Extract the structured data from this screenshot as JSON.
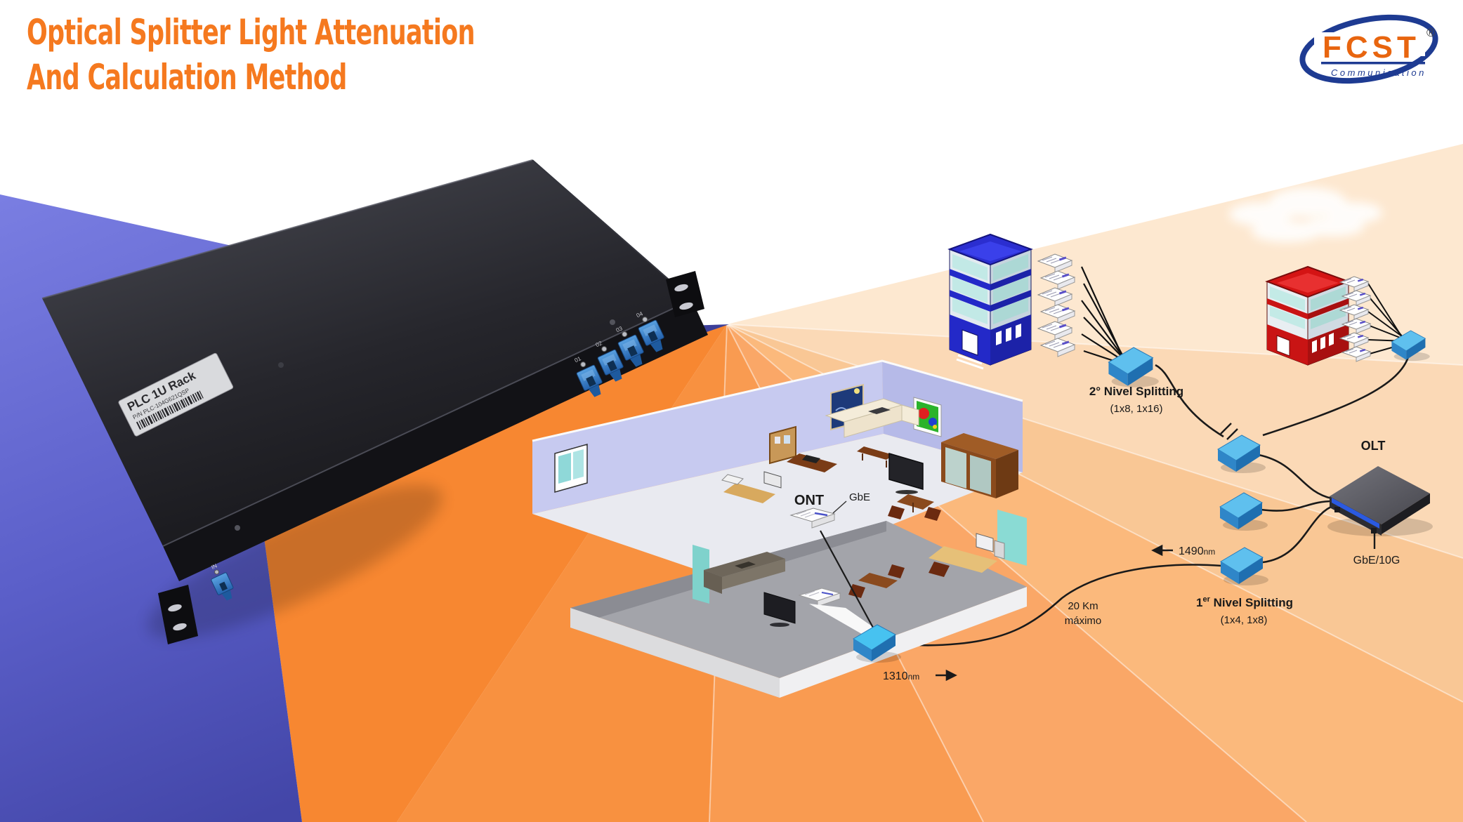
{
  "title": {
    "line1": "Optical Splitter Light Attenuation",
    "line2": "And Calculation Method"
  },
  "logo": {
    "brand": "FCST",
    "registered": "®",
    "tagline": "Communication"
  },
  "device": {
    "label_title": "PLC 1U Rack",
    "label_pn": "P/N PLC-104G621QSP",
    "ports": [
      "01",
      "02",
      "03",
      "04"
    ],
    "in_label": "IN"
  },
  "diagram": {
    "level2": {
      "title": "2° Nivel Splitting",
      "subtitle": "(1x8, 1x16)"
    },
    "level1": {
      "prefix": "1",
      "sup": "er",
      "rest": " Nivel Splitting",
      "subtitle": "(1x4, 1x8)"
    },
    "olt": {
      "label": "OLT",
      "port": "GbE/10G"
    },
    "downstream": {
      "value": "1490",
      "unit": "nm"
    },
    "upstream": {
      "value": "1310",
      "unit": "nm"
    },
    "distance": {
      "line1": "20 Km",
      "line2": "máximo"
    },
    "ont": {
      "label": "ONT",
      "port": "GbE"
    }
  },
  "colors": {
    "accent_orange": "#f5791f",
    "brand_navy": "#1e3b92",
    "band_purple": "#5b5fc6",
    "sunray_orange": "#f78731",
    "splitter_blue": "#5fc0ee",
    "fiber": "#1a1a1a"
  }
}
